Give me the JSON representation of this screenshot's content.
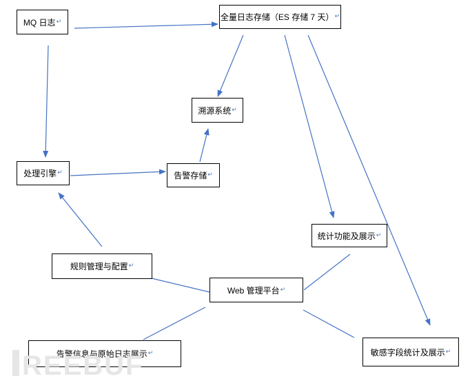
{
  "diagram": {
    "nodes": {
      "mq": "MQ 日志",
      "full_log": "全量日志存储（ES 存储 7 天）",
      "trace": "溯源系统",
      "engine": "处理引擎",
      "alarm_store": "告警存储",
      "stats": "统计功能及展示",
      "rules": "规则管理与配置",
      "web": "Web 管理平台",
      "alarm_show": "告警信息与原始日志展示",
      "sensitive": "敏感字段统计及展示"
    },
    "paragraph_mark": "↵",
    "edge_color": "#4472c4"
  },
  "watermark": {
    "text": "REEBUF",
    "color": "#e6e6e6"
  }
}
